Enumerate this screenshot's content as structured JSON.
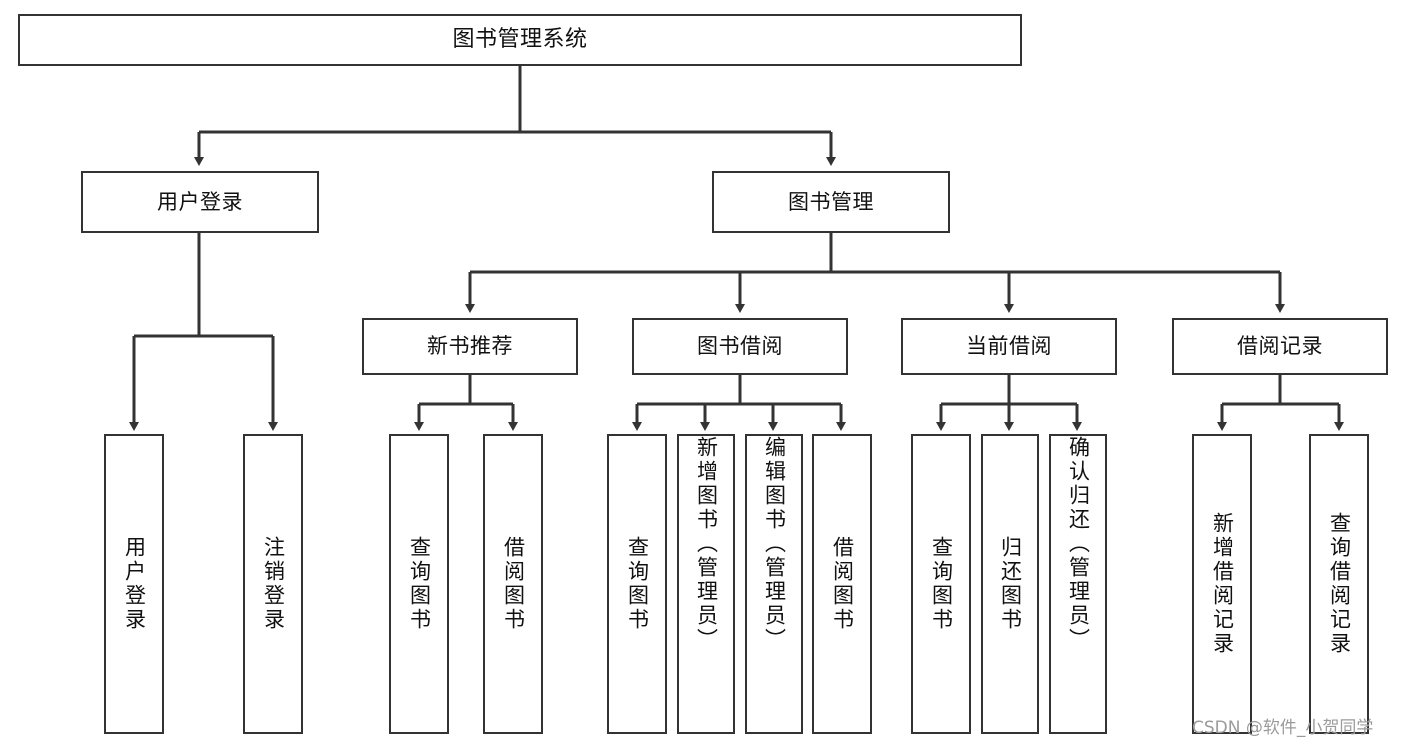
{
  "diagram": {
    "title": "图书管理系统",
    "type": "hierarchy-tree",
    "watermark": "CSDN @软件_小贺同学",
    "colors": {
      "box_border": "#333333",
      "box_fill": "#ffffff",
      "edge": "#333333",
      "text": "#111111",
      "watermark": "#9b9b9b",
      "background": "#ffffff"
    },
    "levels": [
      {
        "level": 1,
        "nodes": [
          {
            "id": "root",
            "label": "图书管理系统",
            "orientation": "horizontal"
          }
        ]
      },
      {
        "level": 2,
        "nodes": [
          {
            "id": "user-login",
            "label": "用户登录",
            "orientation": "horizontal"
          },
          {
            "id": "book-manage",
            "label": "图书管理",
            "orientation": "horizontal"
          }
        ]
      },
      {
        "level": 3,
        "nodes": [
          {
            "id": "new-book-rec",
            "label": "新书推荐",
            "orientation": "horizontal"
          },
          {
            "id": "book-borrow",
            "label": "图书借阅",
            "orientation": "horizontal"
          },
          {
            "id": "current-borrow",
            "label": "当前借阅",
            "orientation": "horizontal"
          },
          {
            "id": "borrow-record",
            "label": "借阅记录",
            "orientation": "horizontal"
          }
        ]
      },
      {
        "level": 4,
        "nodes": [
          {
            "id": "leaf-user-login",
            "label": "用户登录",
            "orientation": "vertical",
            "parent": "user-login"
          },
          {
            "id": "leaf-user-logout",
            "label": "注销登录",
            "orientation": "vertical",
            "parent": "user-login"
          },
          {
            "id": "leaf-query-book-1",
            "label": "查询图书",
            "orientation": "vertical",
            "parent": "new-book-rec"
          },
          {
            "id": "leaf-borrow-book-1",
            "label": "借阅图书",
            "orientation": "vertical",
            "parent": "new-book-rec"
          },
          {
            "id": "leaf-query-book-2",
            "label": "查询图书",
            "orientation": "vertical",
            "parent": "book-borrow"
          },
          {
            "id": "leaf-add-book",
            "label": "新增图书（管理员）",
            "orientation": "vertical",
            "parent": "book-borrow"
          },
          {
            "id": "leaf-edit-book",
            "label": "编辑图书（管理员）",
            "orientation": "vertical",
            "parent": "book-borrow"
          },
          {
            "id": "leaf-borrow-book-2",
            "label": "借阅图书",
            "orientation": "vertical",
            "parent": "book-borrow"
          },
          {
            "id": "leaf-query-book-3",
            "label": "查询图书",
            "orientation": "vertical",
            "parent": "current-borrow"
          },
          {
            "id": "leaf-return-book",
            "label": "归还图书",
            "orientation": "vertical",
            "parent": "current-borrow"
          },
          {
            "id": "leaf-confirm-return",
            "label": "确认归还（管理员）",
            "orientation": "vertical",
            "parent": "current-borrow"
          },
          {
            "id": "leaf-add-record",
            "label": "新增借阅记录",
            "orientation": "vertical",
            "parent": "borrow-record"
          },
          {
            "id": "leaf-query-record",
            "label": "查询借阅记录",
            "orientation": "vertical",
            "parent": "borrow-record"
          }
        ]
      }
    ]
  }
}
